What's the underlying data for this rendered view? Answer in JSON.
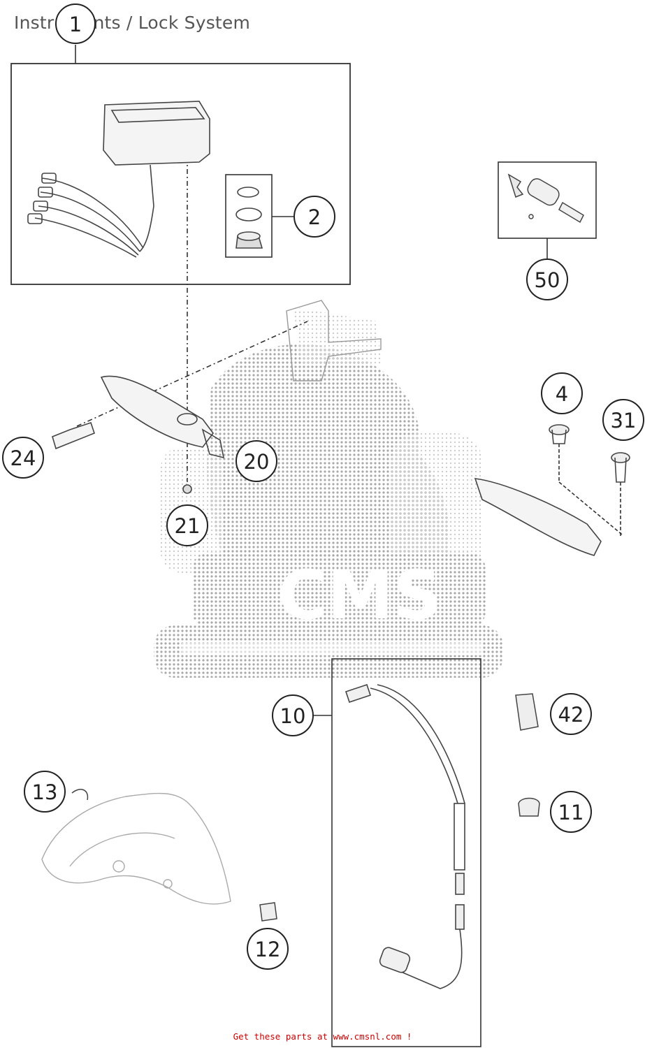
{
  "title": "Instruments / Lock System",
  "callouts": {
    "c1": "1",
    "c2": "2",
    "c4": "4",
    "c10": "10",
    "c11": "11",
    "c12": "12",
    "c13": "13",
    "c20": "20",
    "c21": "21",
    "c24": "24",
    "c31": "31",
    "c42": "42",
    "c50": "50"
  },
  "watermark": {
    "text": "CMS"
  },
  "footer": {
    "link_text": "Get these parts at www.cmsnl.com  !",
    "color": "#cc0000"
  },
  "colors": {
    "line": "#333333",
    "watermark": "#9a9a9a",
    "title": "#555555"
  }
}
